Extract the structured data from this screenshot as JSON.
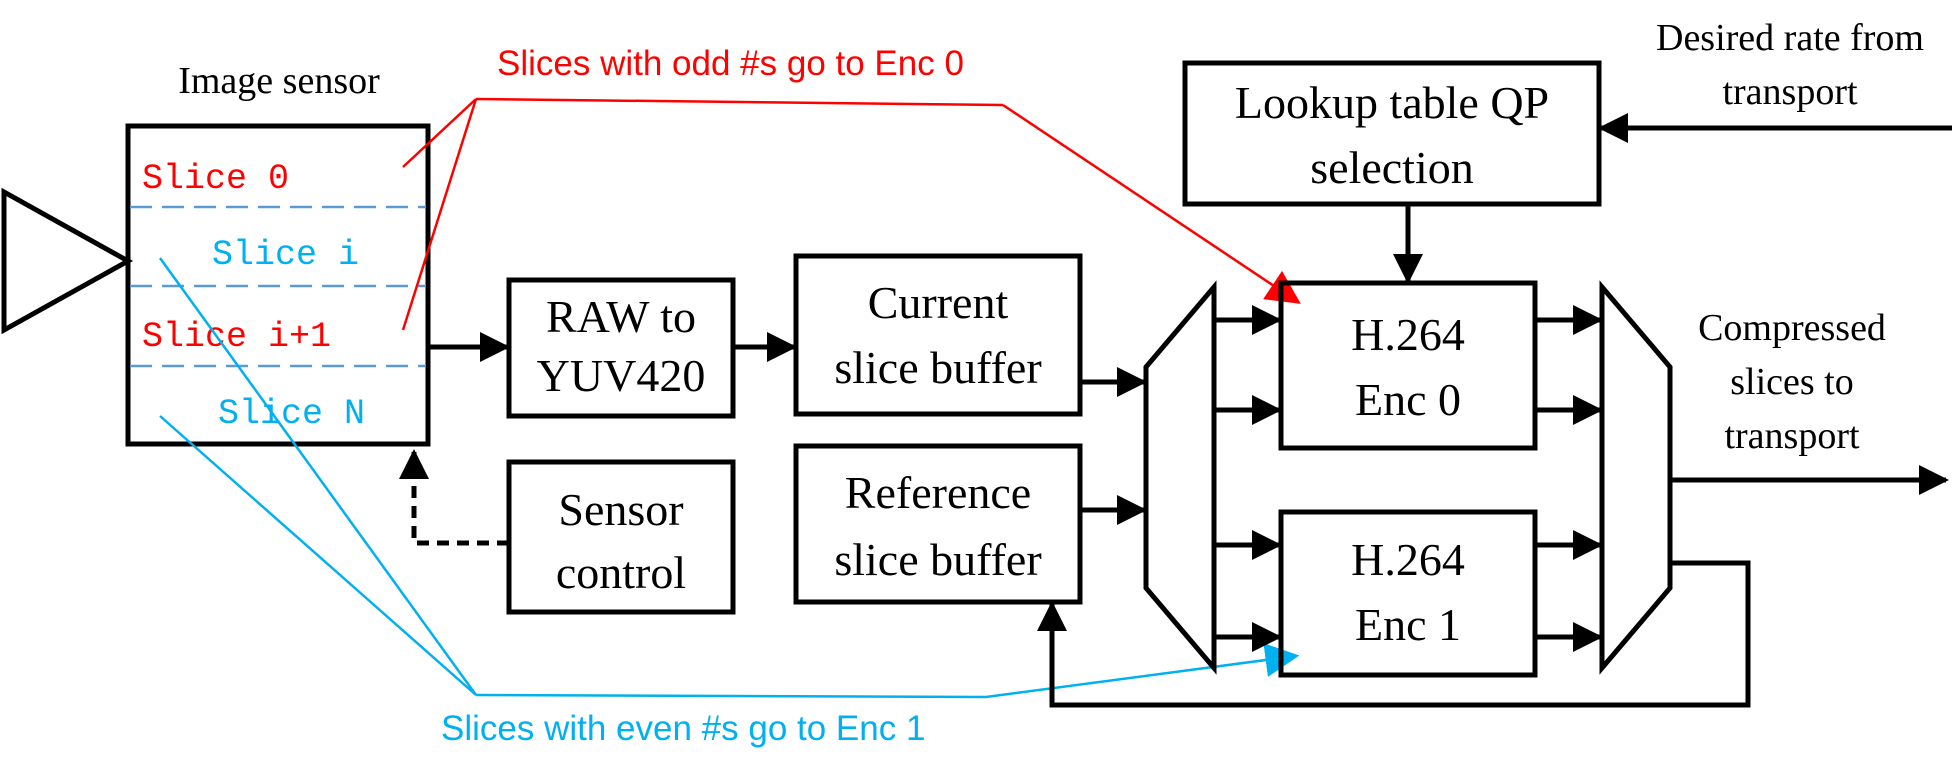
{
  "colors": {
    "red": "#ff0000",
    "blue": "#00b0f0",
    "dash_blue": "#5b9bd5",
    "black": "#000000"
  },
  "labels": {
    "image_sensor": "Image sensor",
    "odd_note": "Slices with odd #s go to Enc 0",
    "even_note": "Slices with even #s go to Enc 1",
    "desired_rate_1": "Desired rate from",
    "desired_rate_2": "transport",
    "compressed_1": "Compressed",
    "compressed_2": "slices to",
    "compressed_3": "transport"
  },
  "slices": [
    "Slice 0",
    "Slice i",
    "Slice i+1",
    "Slice N"
  ],
  "blocks": {
    "raw_1": "RAW to",
    "raw_2": "YUV420",
    "current_1": "Current",
    "current_2": "slice buffer",
    "reference_1": "Reference",
    "reference_2": "slice buffer",
    "sensor_1": "Sensor",
    "sensor_2": "control",
    "lookup_1": "Lookup table QP",
    "lookup_2": "selection",
    "enc0_1": "H.264",
    "enc0_2": "Enc 0",
    "enc1_1": "H.264",
    "enc1_2": "Enc 1"
  }
}
